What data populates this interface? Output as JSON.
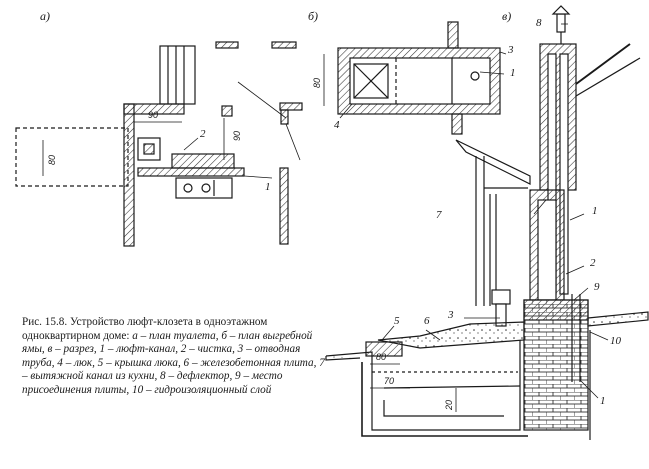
{
  "panels": {
    "a": "а)",
    "b": "б)",
    "c": "в)"
  },
  "dimensions": {
    "a_90_top": "90",
    "a_90_side": "90",
    "a_80": "80",
    "b_80": "80",
    "c_80": "80",
    "c_70": "70",
    "c_20": "20"
  },
  "callouts": {
    "a_1": "1",
    "a_2": "2",
    "b_1": "1",
    "b_3": "3",
    "b_4": "4",
    "c_8": "8",
    "c_7": "7",
    "c_1_top": "1",
    "c_2": "2",
    "c_9": "9",
    "c_3": "3",
    "c_5": "5",
    "c_6": "6",
    "c_10": "10",
    "c_1_bottom": "1"
  },
  "caption": {
    "title": "Рис. 15.8. Устройство люфт-клозета в одноэтажном одноквартирном доме:",
    "body": "а – план туалета, б – план выгребной ямы, в – разрез, 1 – люфт-канал, 2 – чистка, 3 – отводная труба, 4 – люк, 5 – крышка люка, 6 – железобетонная плита, 7 – вытяжной канал из кухни, 8 – дефлектор, 9 – место присоединения плиты, 10 – гидроизоляционный слой"
  }
}
